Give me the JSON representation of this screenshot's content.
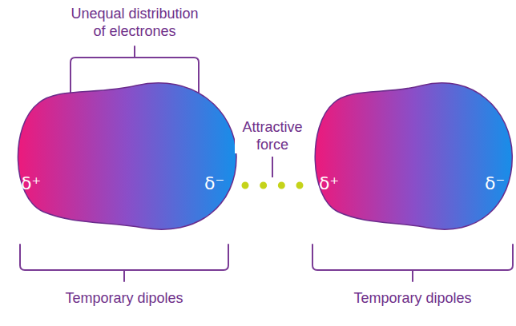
{
  "diagram": {
    "nodes": [
      {
        "text": [
          "δ⁺",
          "δ⁻"
        ]
      },
      {
        "text": [
          "δ⁺",
          "δ⁻"
        ]
      }
    ],
    "edges": [
      {
        "from": 0,
        "to": 1,
        "arrow": "none",
        "label": "Attractive force"
      }
    ],
    "labels": [
      "Unequal distribution of electrones",
      "Temporary dipoles",
      "Temporary dipoles"
    ]
  }
}
